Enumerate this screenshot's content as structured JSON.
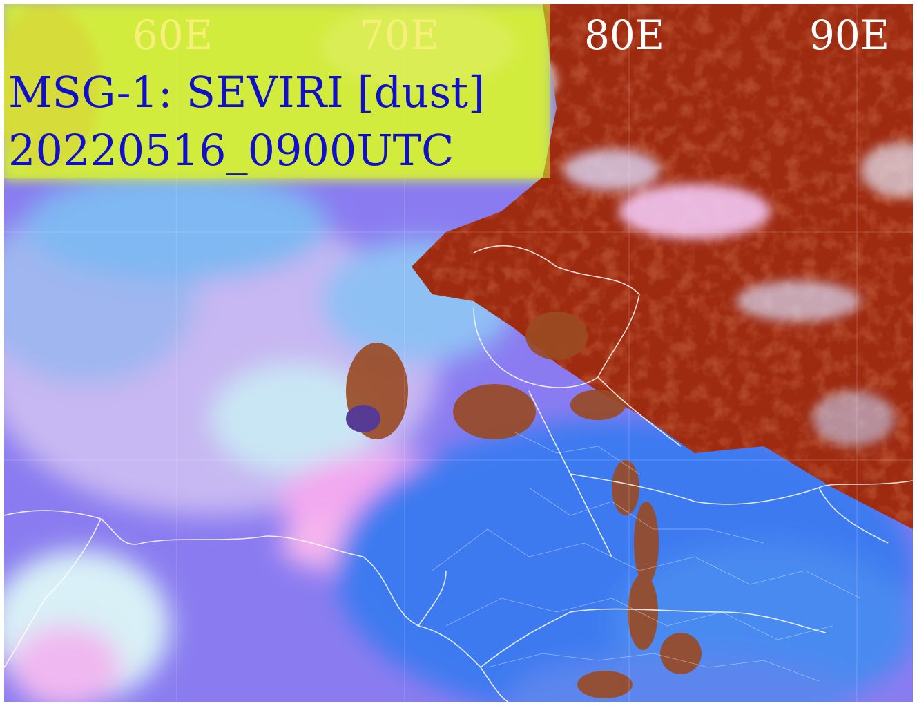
{
  "map": {
    "title": "MSG-1: SEVIRI [dust]",
    "timestamp": "20220516_0900UTC",
    "longitude_labels": [
      "60E",
      "70E",
      "80E",
      "90E"
    ],
    "colors": {
      "title_text": "#1010c8",
      "lon_label_on_box": "#f6f07a",
      "lon_label_on_imagery": "#ffffff",
      "title_box": "#d6ee34",
      "sea_background": "#8a7cf0",
      "high_cloud": "#9e2a10",
      "land_blue": "#3c7af0",
      "dust_pink": "#f2a8f0",
      "boundaries": "#ffffff"
    }
  }
}
